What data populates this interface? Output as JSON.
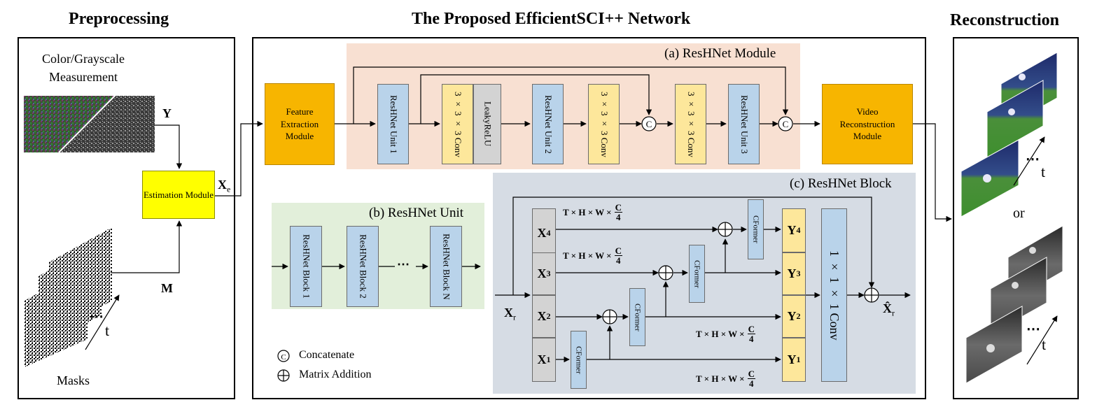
{
  "titles": {
    "preprocessing": "Preprocessing",
    "network": "The Proposed EfficientSCI++ Network",
    "reconstruction": "Reconstruction"
  },
  "preprocessing": {
    "measurement_label_1": "Color/Grayscale",
    "measurement_label_2": "Measurement",
    "y_label": "Y",
    "estimation_label": "Estimation Module",
    "xe_main": "X",
    "xe_sub": "e",
    "m_label": "M",
    "masks_label": "Masks",
    "t_label": "t",
    "dots": "⋯"
  },
  "network": {
    "feature_extraction": "Feature Extraction Module",
    "video_reconstruction": "Video Reconstruction Module"
  },
  "reshnet_module": {
    "label": "(a) ResHNet Module",
    "unit1": "ResHNet Unit 1",
    "conv1": "3 × 3 × 3 Conv",
    "leaky": "LeakyReLU",
    "unit2": "ResHNet Unit 2",
    "conv2": "3 × 3 × 3 Conv",
    "conv3": "3 × 3 × 3 Conv",
    "unit3": "ResHNet Unit 3",
    "concat_symbol": "C"
  },
  "reshnet_unit": {
    "label": "(b) ResHNet Unit",
    "block1": "ResHNet Block 1",
    "block2": "ResHNet Block 2",
    "blockn": "ResHNet Block N",
    "dots": "⋯"
  },
  "reshnet_block": {
    "label": "(c) ResHNet Block",
    "x4": "X",
    "x4_sub": "4",
    "x3": "X",
    "x3_sub": "3",
    "x2": "X",
    "x2_sub": "2",
    "x1": "X",
    "x1_sub": "1",
    "y4": "Y",
    "y4_sub": "4",
    "y3": "Y",
    "y3_sub": "3",
    "y2": "Y",
    "y2_sub": "2",
    "y1": "Y",
    "y1_sub": "1",
    "cformer": "CFormer",
    "conv1x1": "1 × 1 × 1 Conv",
    "xr": "X",
    "xr_sub": "r",
    "xhat": "X̂",
    "xhat_sub": "r",
    "dim_prefix": "T × H × W ×",
    "dim_num": "C",
    "dim_den": "4"
  },
  "legend": {
    "concat_symbol": "C",
    "concatenate": "Concatenate",
    "add_symbol": "+",
    "matrix_addition": "Matrix Addition"
  },
  "reconstruction": {
    "t_label": "t",
    "or_label": "or",
    "dots": "⋯"
  },
  "colors": {
    "orange": "#f7b500",
    "blue": "#b9d3ea",
    "yellow": "#fde79b",
    "gray": "#d3d3d3",
    "bright_yellow": "#ffff00",
    "module_bg": "#f8e0d2",
    "unit_bg": "#e2efda",
    "block_bg": "#d6dce4"
  }
}
